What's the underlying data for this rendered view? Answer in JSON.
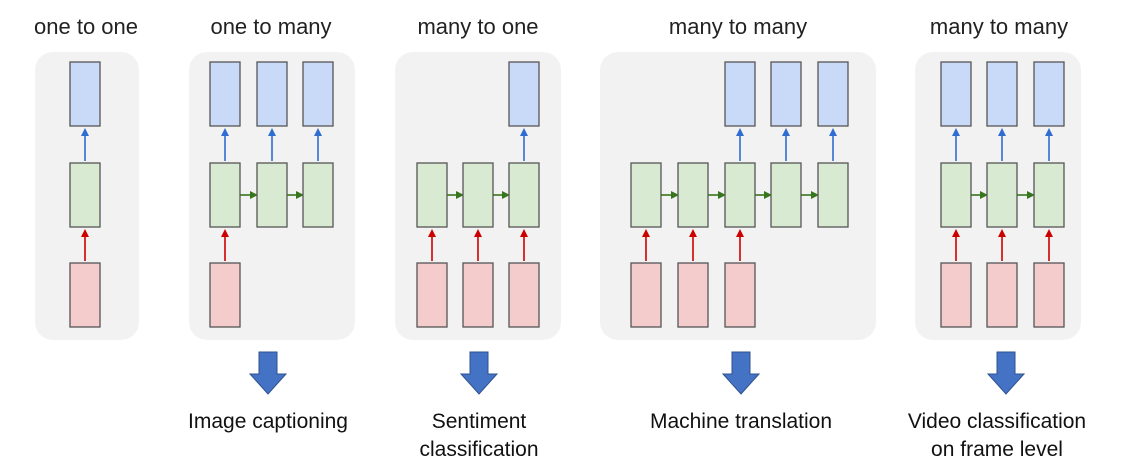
{
  "titles": {
    "one_to_one": "one to one",
    "one_to_many": "one to many",
    "many_to_one": "many to one",
    "many_to_many_1": "many to many",
    "many_to_many_2": "many to many"
  },
  "captions": {
    "one_to_many": [
      "Image captioning"
    ],
    "many_to_one": [
      "Sentiment",
      "classification"
    ],
    "many_to_many_1": [
      "Machine translation"
    ],
    "many_to_many_2": [
      "Video classification",
      "on frame level"
    ]
  },
  "colors": {
    "output_fill": "#c9d9f8",
    "hidden_fill": "#d9ead3",
    "input_fill": "#f4cccc",
    "box_stroke": "#555555",
    "up_arrow_output": "#2f6dd0",
    "up_arrow_input": "#cc0000",
    "recurrent_arrow": "#38761d",
    "big_arrow": "#4472c4",
    "panel": "#f2f2f2"
  }
}
